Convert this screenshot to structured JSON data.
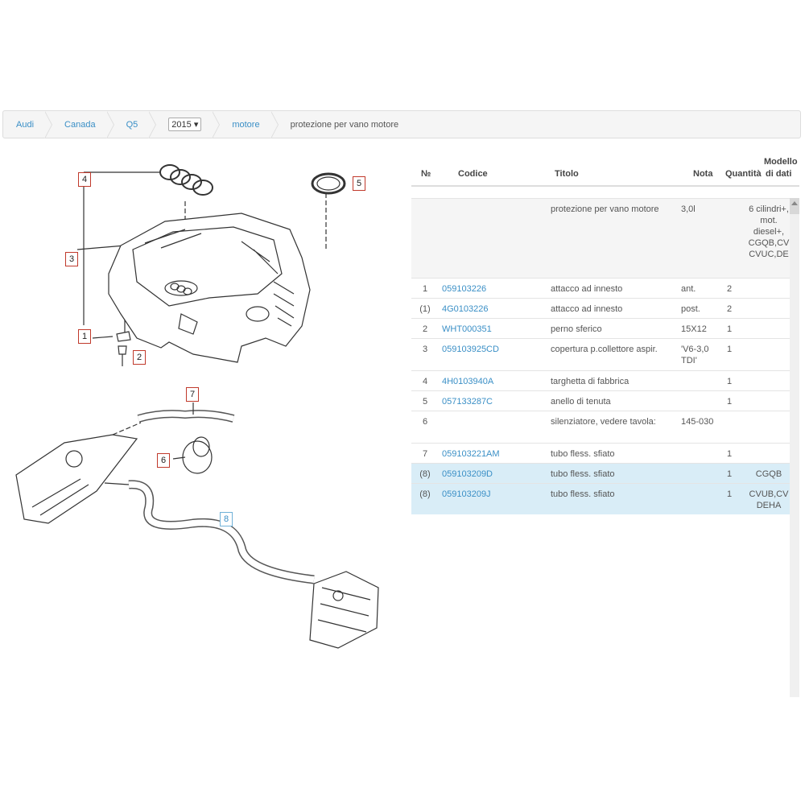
{
  "breadcrumb": {
    "items": [
      "Audi",
      "Canada",
      "Q5"
    ],
    "year": "2015",
    "section": "motore",
    "current": "protezione per vano motore"
  },
  "diagram": {
    "callouts": [
      "1",
      "2",
      "3",
      "4",
      "5",
      "6",
      "7",
      "8"
    ]
  },
  "table": {
    "headers": {
      "no": "№",
      "code": "Codice",
      "title": "Titolo",
      "note": "Nota",
      "qty": "Quantità",
      "model_line1": "Modello",
      "model_line2": "di dati"
    },
    "rows": [
      {
        "no": "",
        "code": "",
        "title": "protezione per vano motore",
        "note": "3,0l",
        "qty": "",
        "model": "6 cilindri+, mot. diesel+, CGQB,CV CVUC,DE"
      },
      {
        "no": "1",
        "code": "059103226",
        "title": "attacco ad innesto",
        "note": "ant.",
        "qty": "2",
        "model": ""
      },
      {
        "no": "(1)",
        "code": "4G0103226",
        "title": "attacco ad innesto",
        "note": "post.",
        "qty": "2",
        "model": ""
      },
      {
        "no": "2",
        "code": "WHT000351",
        "title": "perno sferico",
        "note": "15X12",
        "qty": "1",
        "model": ""
      },
      {
        "no": "3",
        "code": "059103925CD",
        "title": "copertura p.collettore aspir.",
        "note": "'V6-3,0 TDI'",
        "qty": "1",
        "model": ""
      },
      {
        "no": "4",
        "code": "4H0103940A",
        "title": "targhetta di fabbrica",
        "note": "",
        "qty": "1",
        "model": ""
      },
      {
        "no": "5",
        "code": "057133287C",
        "title": "anello di tenuta",
        "note": "",
        "qty": "1",
        "model": ""
      },
      {
        "no": "6",
        "code": "",
        "title": "silenziatore, vedere tavola:",
        "note": "145-030",
        "qty": "",
        "model": ""
      },
      {
        "no": "7",
        "code": "059103221AM",
        "title": "tubo fless. sfiato",
        "note": "",
        "qty": "1",
        "model": ""
      },
      {
        "no": "(8)",
        "code": "059103209D",
        "title": "tubo fless. sfiato",
        "note": "",
        "qty": "1",
        "model": "CGQB"
      },
      {
        "no": "(8)",
        "code": "059103209J",
        "title": "tubo fless. sfiato",
        "note": "",
        "qty": "1",
        "model": "CVUB,CV DEHA"
      }
    ]
  }
}
